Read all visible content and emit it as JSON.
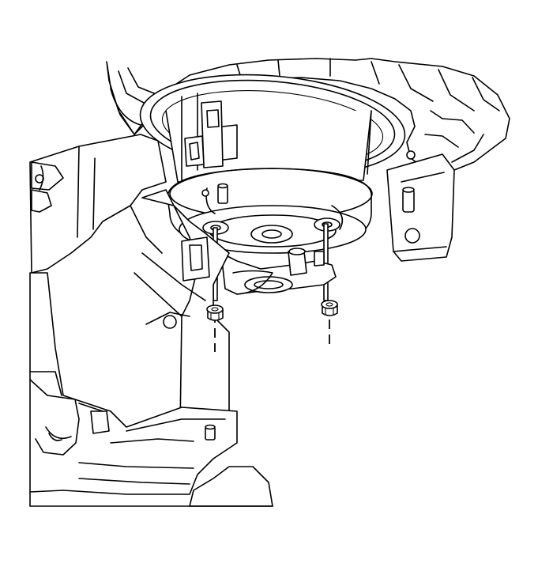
{
  "diagram": {
    "subject": "blower-motor-removal",
    "colors": {
      "line": "#000000",
      "background": "#ffffff",
      "panel": "#f2f2f2"
    },
    "fasteners": [
      {
        "icon": "hex-nut-icon",
        "side": "left"
      },
      {
        "icon": "hex-nut-icon",
        "side": "right"
      }
    ]
  }
}
